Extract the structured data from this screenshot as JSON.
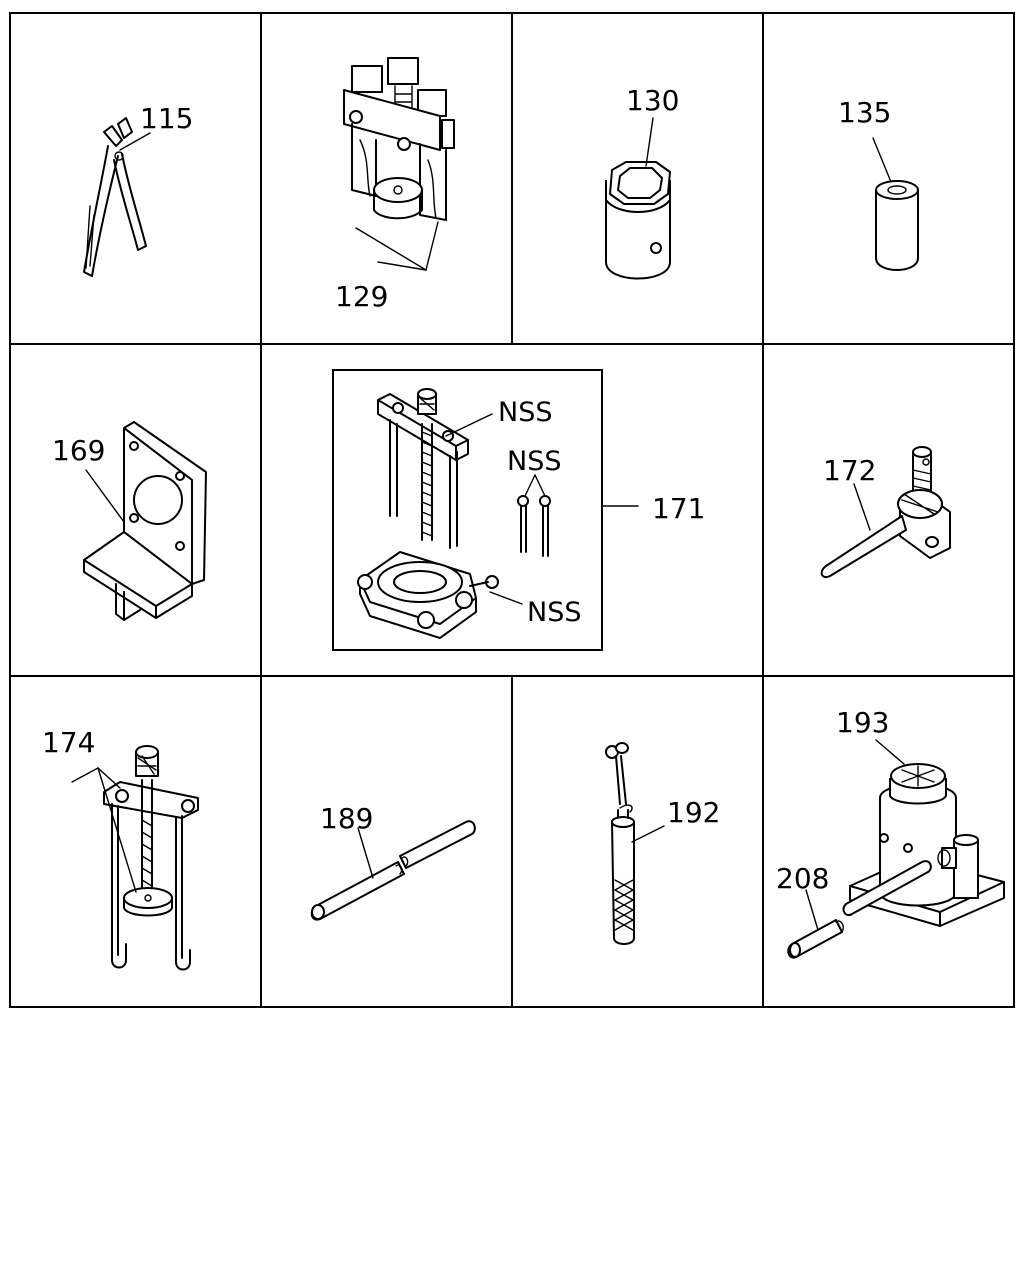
{
  "callouts": {
    "c115": "115",
    "c129": "129",
    "c130": "130",
    "c135": "135",
    "c169": "169",
    "c171": "171",
    "c171_nss_top": "NSS",
    "c171_nss_mid": "NSS",
    "c171_nss_bot": "NSS",
    "c172": "172",
    "c174": "174",
    "c189": "189",
    "c192": "192",
    "c193": "193",
    "c208": "208"
  }
}
